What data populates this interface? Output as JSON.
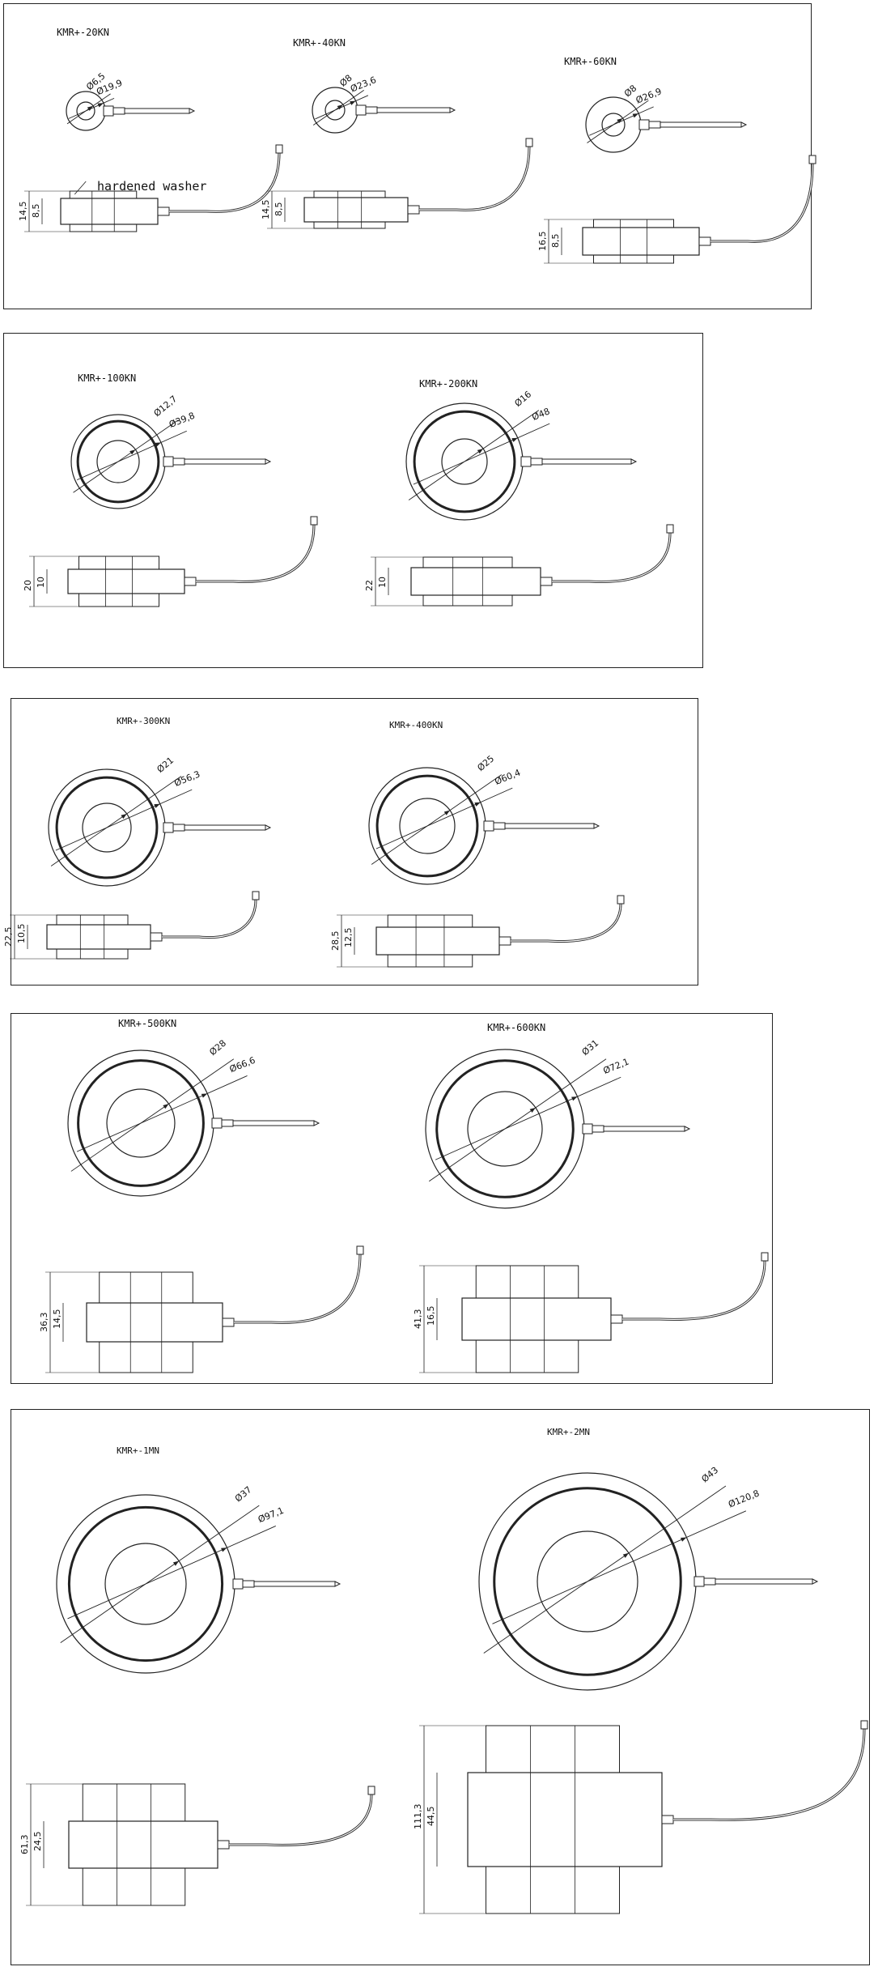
{
  "colors": {
    "ink": "#222222",
    "background": "#ffffff"
  },
  "annotation": "hardened washer",
  "models": [
    {
      "id": "m20",
      "title": "KMR+-20KN",
      "inner_dia": "Ø6,5",
      "outer_dia": "Ø19,9",
      "height_total": "14,5",
      "height_inner": "8,5"
    },
    {
      "id": "m40",
      "title": "KMR+-40KN",
      "inner_dia": "Ø8",
      "outer_dia": "Ø23,6",
      "height_total": "14,5",
      "height_inner": "8,5"
    },
    {
      "id": "m60",
      "title": "KMR+-60KN",
      "inner_dia": "Ø8",
      "outer_dia": "Ø26,9",
      "height_total": "16,5",
      "height_inner": "8,5"
    },
    {
      "id": "m100",
      "title": "KMR+-100KN",
      "inner_dia": "Ø12,7",
      "outer_dia": "Ø39,8",
      "height_total": "20",
      "height_inner": "10"
    },
    {
      "id": "m200",
      "title": "KMR+-200KN",
      "inner_dia": "Ø16",
      "outer_dia": "Ø48",
      "height_total": "22",
      "height_inner": "10"
    },
    {
      "id": "m300",
      "title": "KMR+-300KN",
      "inner_dia": "Ø21",
      "outer_dia": "Ø56,3",
      "height_total": "22,5",
      "height_inner": "10,5"
    },
    {
      "id": "m400",
      "title": "KMR+-400KN",
      "inner_dia": "Ø25",
      "outer_dia": "Ø60,4",
      "height_total": "28,5",
      "height_inner": "12,5"
    },
    {
      "id": "m500",
      "title": "KMR+-500KN",
      "inner_dia": "Ø28",
      "outer_dia": "Ø66,6",
      "height_total": "36,3",
      "height_inner": "14,5"
    },
    {
      "id": "m600",
      "title": "KMR+-600KN",
      "inner_dia": "Ø31",
      "outer_dia": "Ø72,1",
      "height_total": "41,3",
      "height_inner": "16,5"
    },
    {
      "id": "m1mn",
      "title": "KMR+-1MN",
      "inner_dia": "Ø37",
      "outer_dia": "Ø97,1",
      "height_total": "61,3",
      "height_inner": "24,5"
    },
    {
      "id": "m2mn",
      "title": "KMR+-2MN",
      "inner_dia": "Ø43",
      "outer_dia": "Ø120,8",
      "height_total": "111,3",
      "height_inner": "44,5"
    }
  ]
}
